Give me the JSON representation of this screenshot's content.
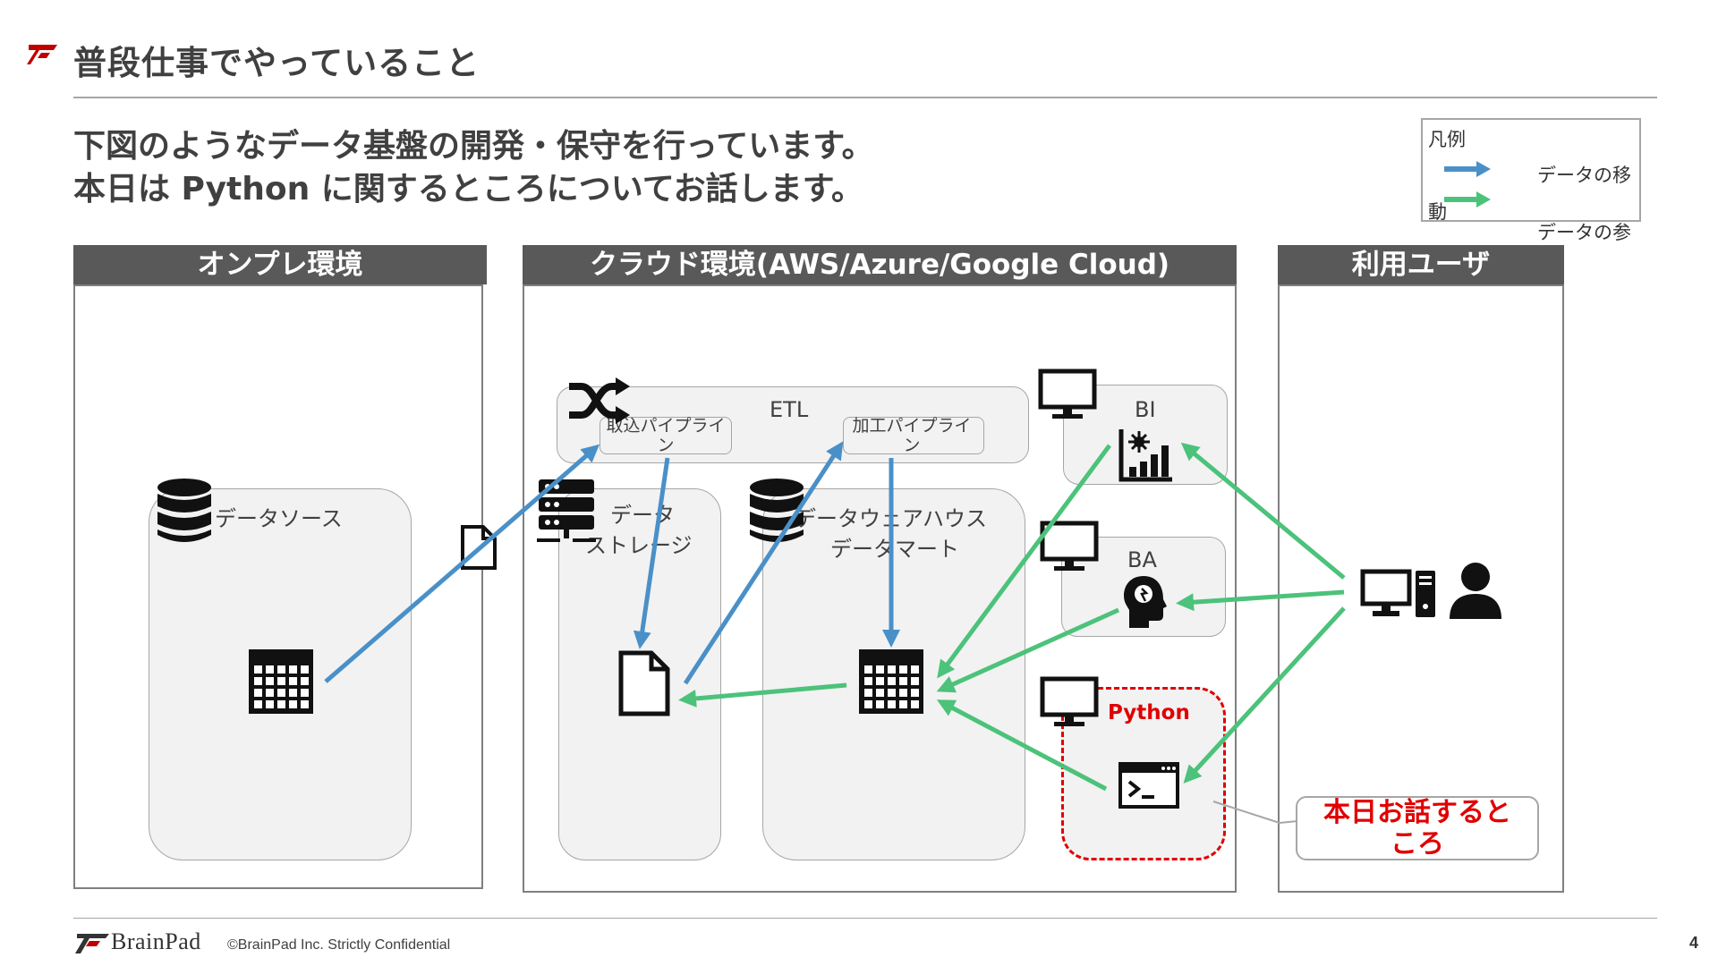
{
  "slide": {
    "title": "普段仕事でやっていること",
    "intro_line1": "下図のようなデータ基盤の開発・保守を行っています。",
    "intro_line2": "本日は Python に関するところについてお話します。",
    "page_number": "4"
  },
  "legend": {
    "title": "凡例",
    "move_label": "データの移動",
    "ref_label": "データの参照",
    "move_color": "#4a90c8",
    "ref_color": "#4cc27a"
  },
  "sections": {
    "onprem": "オンプレ環境",
    "cloud": "クラウド環境(AWS/Azure/Google Cloud)",
    "users": "利用ユーザ"
  },
  "nodes": {
    "data_source": "データソース",
    "etl": "ETL",
    "ingest_pipeline": "取込パイプライン",
    "process_pipeline": "加工パイプライン",
    "data_storage_line1": "データ",
    "data_storage_line2": "ストレージ",
    "dwh_line1": "データウェアハウス",
    "dwh_line2": "データマート",
    "bi": "BI",
    "ba": "BA",
    "python": "Python"
  },
  "callout": {
    "text_line1": "本日お話すると",
    "text_line2": "ころ"
  },
  "footer": {
    "logo_text": "BrainPad",
    "copyright": "©BrainPad Inc.   Strictly Confidential"
  },
  "icons": {
    "brand_mark": "brainpad-slash-icon",
    "database": "database-icon",
    "table": "table-grid-icon",
    "file": "file-icon",
    "server": "server-icon",
    "shuffle": "shuffle-icon",
    "monitor": "monitor-icon",
    "chart": "bar-chart-icon",
    "head_bulb": "head-bulb-icon",
    "terminal": "terminal-icon",
    "desktop": "desktop-computer-icon",
    "user": "user-icon"
  }
}
